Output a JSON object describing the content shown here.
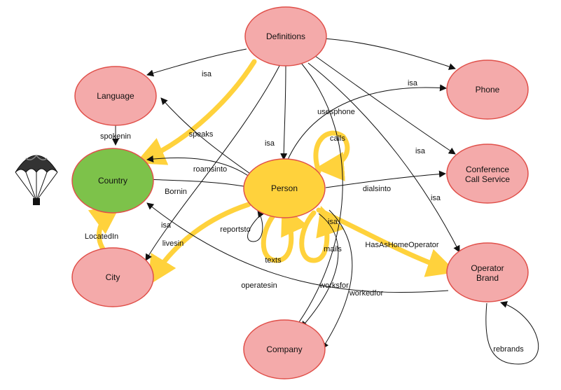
{
  "colors": {
    "node_default": "#f4aaaa",
    "node_country": "#7dc24a",
    "node_person": "#ffd23c",
    "node_stroke": "#e0504a",
    "highlight": "#ffd23c",
    "edge": "#111111"
  },
  "icons": {
    "palette": "parachute-icon"
  },
  "nodes": {
    "definitions": "Definitions",
    "language": "Language",
    "country": "Country",
    "city": "City",
    "person": "Person",
    "phone": "Phone",
    "conference": [
      "Conference",
      "Call Service"
    ],
    "operator": [
      "Operator",
      "Brand"
    ],
    "company": "Company"
  },
  "edges": {
    "isa": "isa",
    "spokenin": "spokenin",
    "speaks": "speaks",
    "usesphone": "usesphone",
    "calls": "calls",
    "roamsinto": "roamsinto",
    "bornin": "Bornin",
    "dialsinto": "dialsinto",
    "locatedin": "LocatedIn",
    "livesin": "livesin",
    "reportsto": "reportsto",
    "texts": "texts",
    "mails": "mails",
    "hasashomeoperator": "HasAsHomeOperator",
    "operatesin": "operatesin",
    "worksfor": "worksfor",
    "workedfor": "workedfor",
    "rebrands": "rebrands"
  }
}
